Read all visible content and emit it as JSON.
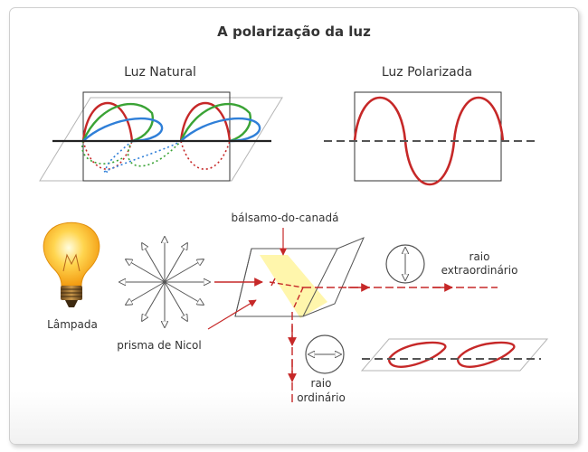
{
  "title": "A polarização da luz",
  "labels": {
    "natural": "Luz Natural",
    "polarized": "Luz Polarizada",
    "lamp": "Lâmpada",
    "balsam": "bálsamo-do-canadá",
    "nicol": "prisma de Nicol",
    "extra_line1": "raio",
    "extra_line2": "extraordinário",
    "ordinary_line1": "raio",
    "ordinary_line2": "ordinário"
  },
  "colors": {
    "red": "#c62828",
    "green": "#3aa335",
    "blue": "#2f7fd8",
    "balsam": "#fff59d"
  }
}
